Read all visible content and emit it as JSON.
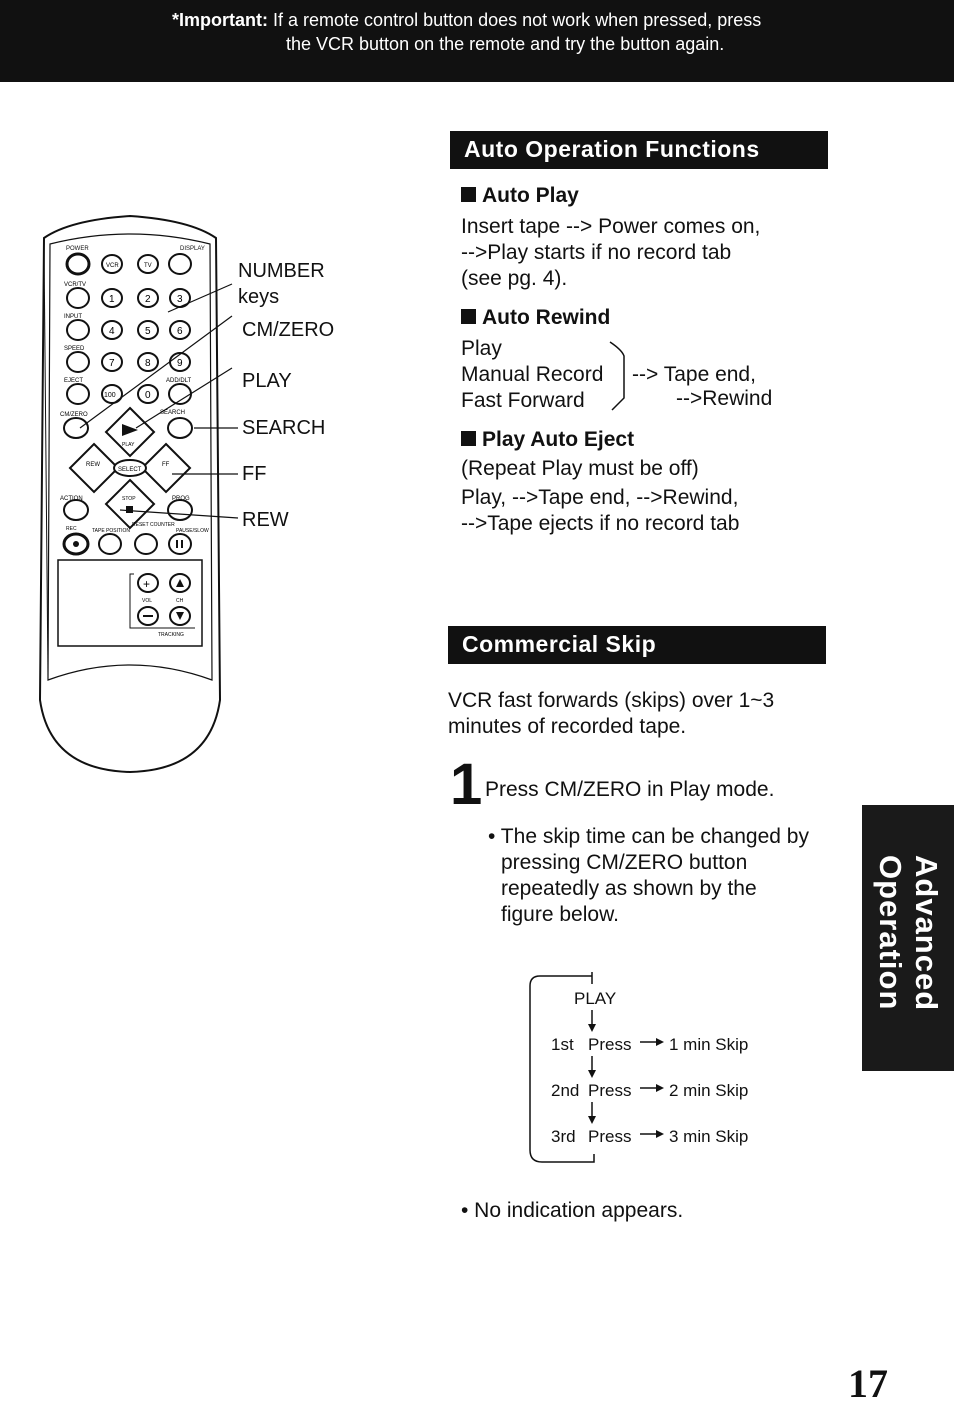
{
  "banner": {
    "important_label": "*Important:",
    "line1": "If a remote control button does not work when pressed, press",
    "line2": "the VCR button on the remote and try the button again."
  },
  "remote": {
    "labels": {
      "number_keys_1": "NUMBER",
      "number_keys_2": "keys",
      "cm_zero": "CM/ZERO",
      "play": "PLAY",
      "search": "SEARCH",
      "ff": "FF",
      "rew": "REW"
    },
    "button_labels": {
      "power": "POWER",
      "display": "DISPLAY",
      "vcr_tv": "VCR/TV",
      "input": "INPUT",
      "speed": "SPEED",
      "eject": "EJECT",
      "add_dlt": "ADD/DLT",
      "cm_zero": "CM/ZERO",
      "search": "SEARCH",
      "play": "PLAY",
      "rew": "REW",
      "ff": "FF",
      "select": "SELECT",
      "stop": "STOP",
      "action": "ACTION",
      "prog": "PROG",
      "rec": "REC",
      "tape_position": "TAPE POSITION",
      "reset_counter": "RESET COUNTER",
      "pause_slow": "PAUSE/SLOW",
      "vol": "VOL",
      "ch": "CH",
      "tracking": "TRACKING",
      "vcr": "VCR",
      "tv": "TV",
      "digits": [
        "1",
        "2",
        "3",
        "4",
        "5",
        "6",
        "7",
        "8",
        "9",
        "100",
        "0"
      ]
    }
  },
  "auto_ops": {
    "title": "Auto Operation Functions",
    "auto_play": {
      "heading": "Auto Play",
      "lines": [
        "Insert tape --> Power comes on,",
        "-->Play starts if no record tab",
        "(see pg. 4)."
      ]
    },
    "auto_rewind": {
      "heading": "Auto Rewind",
      "items": [
        "Play",
        "Manual Record",
        "Fast Forward"
      ],
      "result_1": "--> Tape end,",
      "result_2": "-->Rewind"
    },
    "play_auto_eject": {
      "heading": "Play Auto Eject",
      "lines": [
        "(Repeat Play must be off)",
        "Play, -->Tape end, -->Rewind,",
        "-->Tape ejects if no record tab"
      ]
    }
  },
  "commercial_skip": {
    "title": "Commercial Skip",
    "intro": [
      "VCR fast forwards (skips) over 1~3",
      "minutes of recorded tape."
    ],
    "step_number": "1",
    "step_text": "Press CM/ZERO in Play mode.",
    "bullet_lines": [
      "• The skip time can be changed by",
      "pressing CM/ZERO button",
      "repeatedly as shown by the",
      "figure below."
    ],
    "diagram": {
      "start": "PLAY",
      "rows": [
        {
          "ord": "1st",
          "press": "Press",
          "result": "1 min Skip"
        },
        {
          "ord": "2nd",
          "press": "Press",
          "result": "2 min Skip"
        },
        {
          "ord": "3rd",
          "press": "Press",
          "result": "3 min Skip"
        }
      ]
    },
    "note": "• No indication appears."
  },
  "side_tab": {
    "line1": "Advanced",
    "line2": "Operation"
  },
  "page_number": "17"
}
